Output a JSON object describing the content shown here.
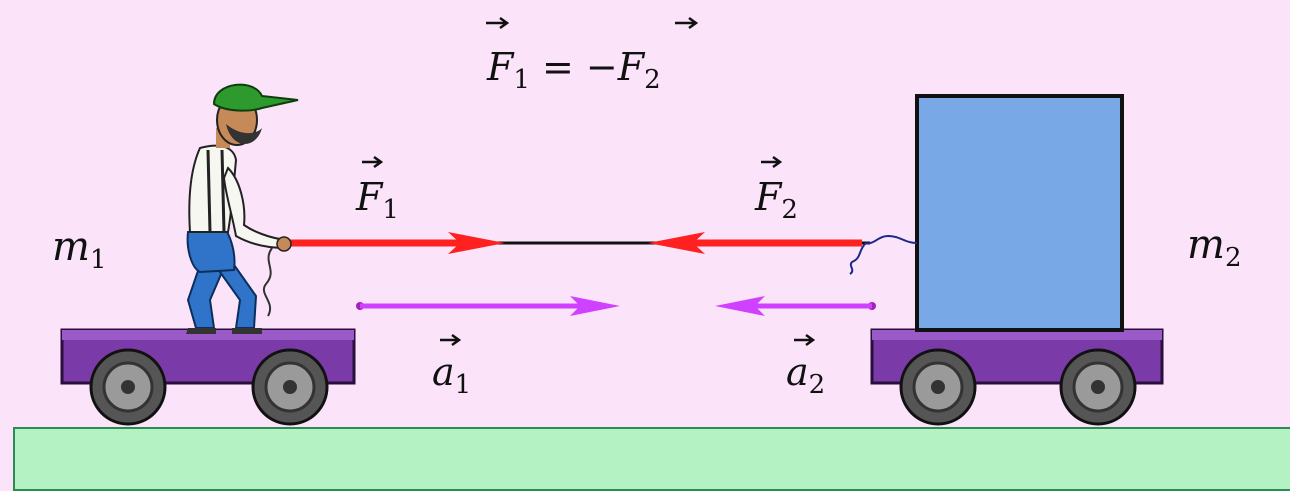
{
  "equation": {
    "f1": "F",
    "f1_sub": "1",
    "equals": " = −",
    "f2": "F",
    "f2_sub": "2"
  },
  "labels": {
    "mass_left": "m",
    "mass_left_sub": "1",
    "mass_right": "m",
    "mass_right_sub": "2",
    "force_left": "F",
    "force_left_sub": "1",
    "force_right": "F",
    "force_right_sub": "2",
    "accel_left": "a",
    "accel_left_sub": "1",
    "accel_right": "a",
    "accel_right_sub": "2"
  },
  "colors": {
    "background": "#fbe3f9",
    "cart": "#7a3aa8",
    "box": "#78a9e6",
    "ground": "#b5f2c3",
    "force_arrow": "#ff2020",
    "accel_arrow": "#d040ff",
    "hat": "#2e9a2e",
    "pants": "#2f74c8"
  }
}
